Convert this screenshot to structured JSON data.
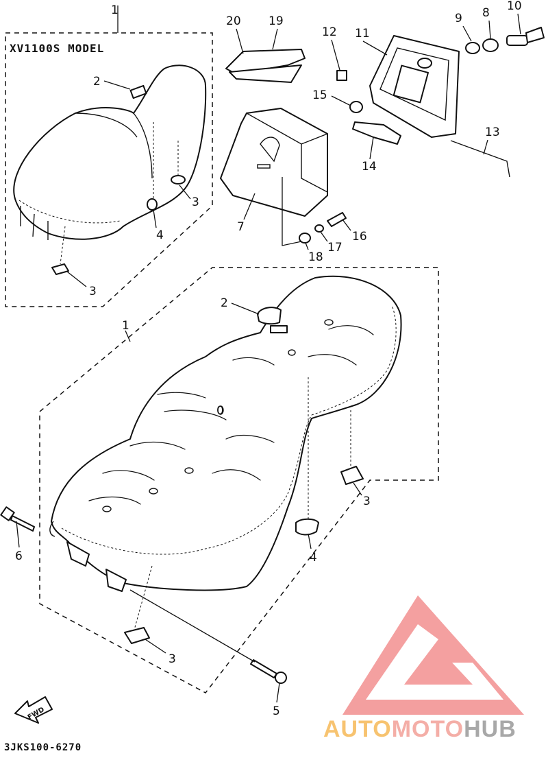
{
  "diagram": {
    "model_label": "XV1100S MODEL",
    "drawing_code": "3JKS100-6270",
    "fwd_label": "FWD",
    "callouts": [
      "1",
      "2",
      "3",
      "4",
      "5",
      "6",
      "7",
      "8",
      "9",
      "10",
      "11",
      "12",
      "13",
      "14",
      "15",
      "16",
      "17",
      "18",
      "19",
      "20"
    ]
  },
  "watermark": {
    "text_part1": "AUTO",
    "text_part2": "MOTO",
    "text_part3": "HUB",
    "color_part1": "#f5b041",
    "color_part2": "#f1948a",
    "color_part3": "#8c8c8c",
    "logo_color": "#f08080"
  }
}
